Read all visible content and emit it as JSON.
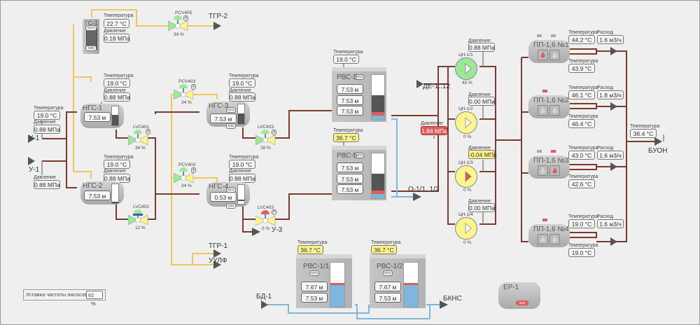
{
  "labels": {
    "temperature": "Температура",
    "pressure": "Давление",
    "flow": "Расход",
    "max": "MAX",
    "min": "MIN"
  },
  "gs1": {
    "name": "ГС-1",
    "temperature": "22.7 °C",
    "pressure": "0.18 МПа"
  },
  "pcv405": {
    "name": "PCV405",
    "mode": "A",
    "opening": "34 %"
  },
  "outlets": {
    "tgr2": "ТГР-2",
    "u1_top": "У-1",
    "u1_bottom": "У-1",
    "u3": "У-3",
    "tgr1": "ТГР-1",
    "uulf": "УУЛФ",
    "de": "ДЕ-1..12",
    "o11": "О-1/1, 1/2",
    "buon": "БУОН",
    "bd1": "БД-1",
    "bkns": "БКНС"
  },
  "inlet_u1": {
    "temperature": "19.0 °C",
    "pressure": "0.88 МПа",
    "pressure2": "0.88 МПа"
  },
  "ngs1": {
    "name": "НГС-1",
    "temperature": "19.0 °C",
    "pressure": "0.88 МПа",
    "level": "7.53 м"
  },
  "ngs2": {
    "name": "НГС-2",
    "temperature": "19.0 °C",
    "pressure": "0.88 МПа",
    "level": "7.53 м"
  },
  "ngs3": {
    "name": "НГС-3",
    "temperature": "19.0 °C",
    "pressure": "0.88 МПа",
    "level": "7.53 м"
  },
  "ngs4": {
    "name": "НГС-4",
    "temperature": "19.0 °C",
    "pressure": "0.88 МПа",
    "level": "0.53 м"
  },
  "lvc401": {
    "name": "LVC401",
    "mode": "A",
    "opening": "34 %"
  },
  "lvc402": {
    "name": "LVC402",
    "opening": "12 %"
  },
  "lvc403a": {
    "name": "LVC403",
    "mode": "A",
    "opening": "28 %"
  },
  "lvc403b": {
    "name": "LVC403",
    "mode": "P",
    "opening": "0 %"
  },
  "pcv403a": {
    "name": "PCV403",
    "mode": "A",
    "opening": "34 %"
  },
  "pcv403b": {
    "name": "PCV403",
    "mode": "A",
    "opening": "34 %"
  },
  "rvs2": {
    "name": "РВС-2",
    "temperature": "19.0 °C",
    "levels": [
      "7.53 м",
      "7.53 м",
      "7.53 м"
    ]
  },
  "rvs5": {
    "name": "РВС-5",
    "temperature": "36.7 °C",
    "levels": [
      "7.53 м",
      "7.53 м",
      "7.53 м"
    ]
  },
  "header_pressure": "1.84 МПа",
  "pumps": [
    {
      "name": "ЦН-1/1",
      "pressure": "0.88 МПа",
      "speed": "45 %"
    },
    {
      "name": "ЦН-1/2",
      "pressure": "0.00 МПа",
      "speed": "0 %"
    },
    {
      "name": "ЦН-1/3",
      "pressure": "-0.04 МПа",
      "speed": "0 %"
    },
    {
      "name": "ЦН-1/4",
      "pressure": "0.00 МПа",
      "speed": "0 %"
    }
  ],
  "heaters": [
    {
      "name": "ПП-1,6 №1",
      "temp_out": "44.2 °C",
      "flow": "1.6  м3/ч",
      "temp_in": "43.9 °C"
    },
    {
      "name": "ПП-1,6 №2",
      "temp_out": "46.1 °C",
      "flow": "1.8  м3/ч",
      "temp_in": "46.4 °C"
    },
    {
      "name": "ПП-1,6 №3",
      "temp_out": "43.0 °C",
      "flow": "1.6  м3/ч",
      "temp_in": "42.6 °C"
    },
    {
      "name": "ПП-1,6 №4",
      "temp_out": "19.0 °C",
      "flow": "1.6  м3/ч",
      "temp_in": "19.0 °C"
    }
  ],
  "buon_temperature": "36.4 °C",
  "rvs11": {
    "name": "РВС-1/1",
    "temperature": "36.7 °C",
    "levels": [
      "7.67 м",
      "7.53 м"
    ]
  },
  "rvs12": {
    "name": "РВС-1/2",
    "temperature": "36.7 °C",
    "levels": [
      "7.67 м",
      "7.53 м"
    ]
  },
  "er1": {
    "name": "ЕР-1",
    "status": "MIN"
  },
  "setpoint": {
    "label": "Уставка частоты насосов",
    "value": "62",
    "unit": "%"
  },
  "colors": {
    "oil": "#7a3a2e",
    "gas": "#f2c65a",
    "water": "#7fb7dc",
    "pump_on": "#9be89b",
    "pump_off": "#faf58c",
    "alarm": "#e05c5c"
  }
}
